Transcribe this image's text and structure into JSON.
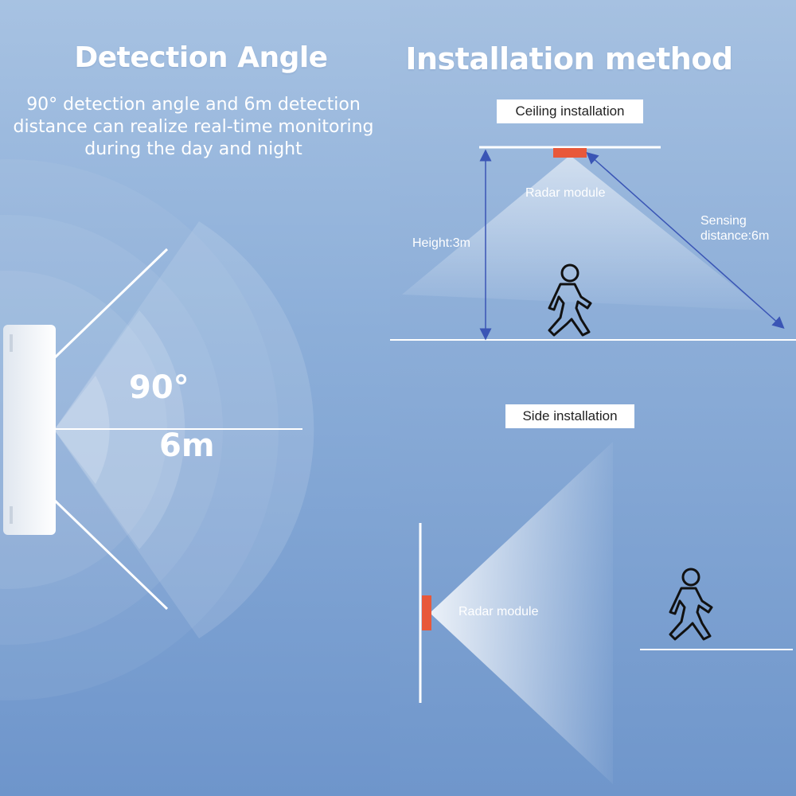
{
  "detection": {
    "title": "Detection Angle",
    "description_lines": [
      "90° detection angle and 6m detection",
      "distance can realize real-time monitoring",
      "during the day and night"
    ],
    "angle_label": "90°",
    "distance_label": "6m"
  },
  "installation": {
    "title": "Installation method",
    "ceiling": {
      "tag": "Ceiling installation",
      "module_label": "Radar module",
      "height_label": "Height:3m",
      "sensing_label_line1": "Sensing",
      "sensing_label_line2": "distance:6m"
    },
    "side": {
      "tag": "Side installation",
      "module_label": "Radar module"
    }
  },
  "colors": {
    "radar_module": "#e8583a",
    "arrow": "#3a55b5",
    "line": "#ffffff"
  },
  "icons": [
    "walking-person-icon",
    "walking-person-icon"
  ]
}
